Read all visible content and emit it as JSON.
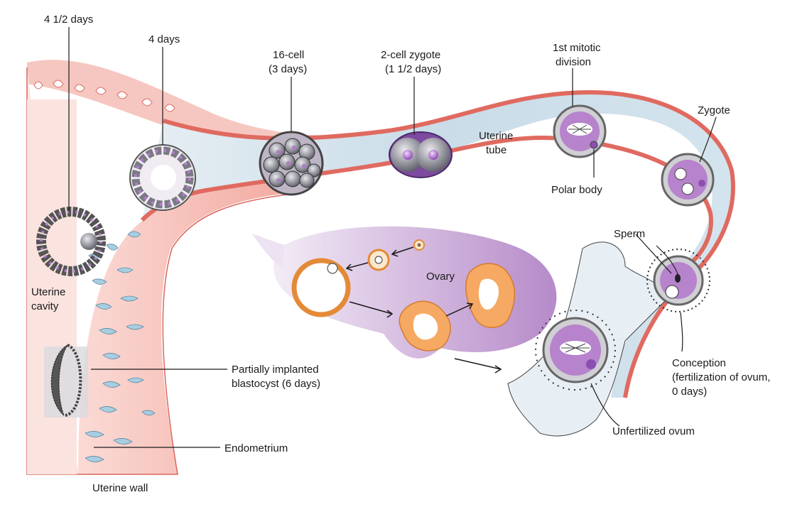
{
  "labels": {
    "day_4_5": "4 1/2 days",
    "day_4": "4 days",
    "cell16_l1": "16-cell",
    "cell16_l2": "(3 days)",
    "zyg2_l1": "2-cell zygote",
    "zyg2_l2": "(1 1/2 days)",
    "mitotic_l1": "1st mitotic",
    "mitotic_l2": "division",
    "zygote": "Zygote",
    "tube_l1": "Uterine",
    "tube_l2": "tube",
    "polar_body": "Polar body",
    "sperm": "Sperm",
    "ovary": "Ovary",
    "cavity_l1": "Uterine",
    "cavity_l2": "cavity",
    "implant_l1": "Partially implanted",
    "implant_l2": "blastocyst (6 days)",
    "conception_l1": "Conception",
    "conception_l2": "(fertilization of ovum,",
    "conception_l3": "0 days)",
    "unfertilized": "Unfertilized ovum",
    "endometrium": "Endometrium",
    "uterine_wall": "Uterine wall"
  },
  "colors": {
    "wall_pink": "#f4b6ae",
    "wall_deep": "#e8867c",
    "tube_blue": "#cfe0ea",
    "ovary_purple": "#c8a2d6",
    "cell_purple": "#b07cc9",
    "follicle_orange": "#f2a25e",
    "gland_blue": "#9ec4d8"
  }
}
